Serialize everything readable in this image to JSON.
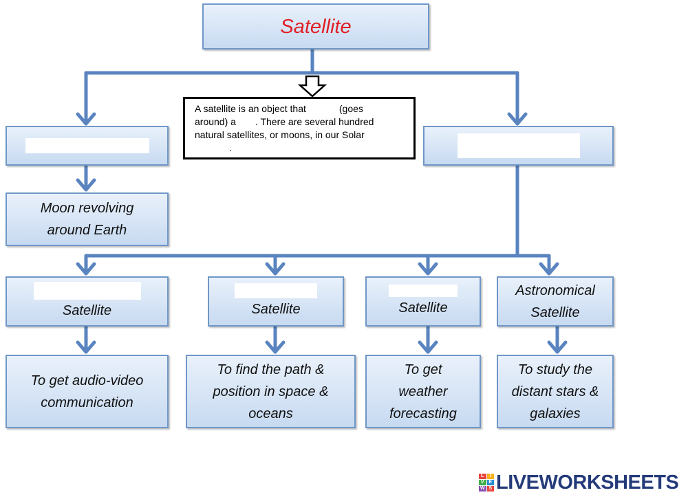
{
  "title": "Satellite",
  "description": {
    "line1_a": "A satellite is an object that",
    "line1_b": "(goes",
    "line2_a": "around) a",
    "line2_b": ". There are several hundred",
    "line3": "natural satellites, or moons, in our Solar",
    "line4": "."
  },
  "natural": {
    "example": "Moon revolving around Earth"
  },
  "types": [
    {
      "suffix": "Satellite",
      "use": "To get audio-video communication"
    },
    {
      "suffix": "Satellite",
      "use": "To find the path & position in space & oceans"
    },
    {
      "suffix": "Satellite",
      "use": "To get weather forecasting"
    },
    {
      "name": "Astronomical",
      "suffix": "Satellite",
      "use": "To study the distant stars & galaxies"
    }
  ],
  "brand": {
    "name": "LIVEWORKSHEETS",
    "mark": [
      "L",
      "I",
      "V",
      "E",
      "W",
      "S"
    ]
  },
  "colors": {
    "line": "#5a84c0",
    "title": "#e01f26",
    "border": "#6f97c8",
    "brand": "#243a7a"
  }
}
